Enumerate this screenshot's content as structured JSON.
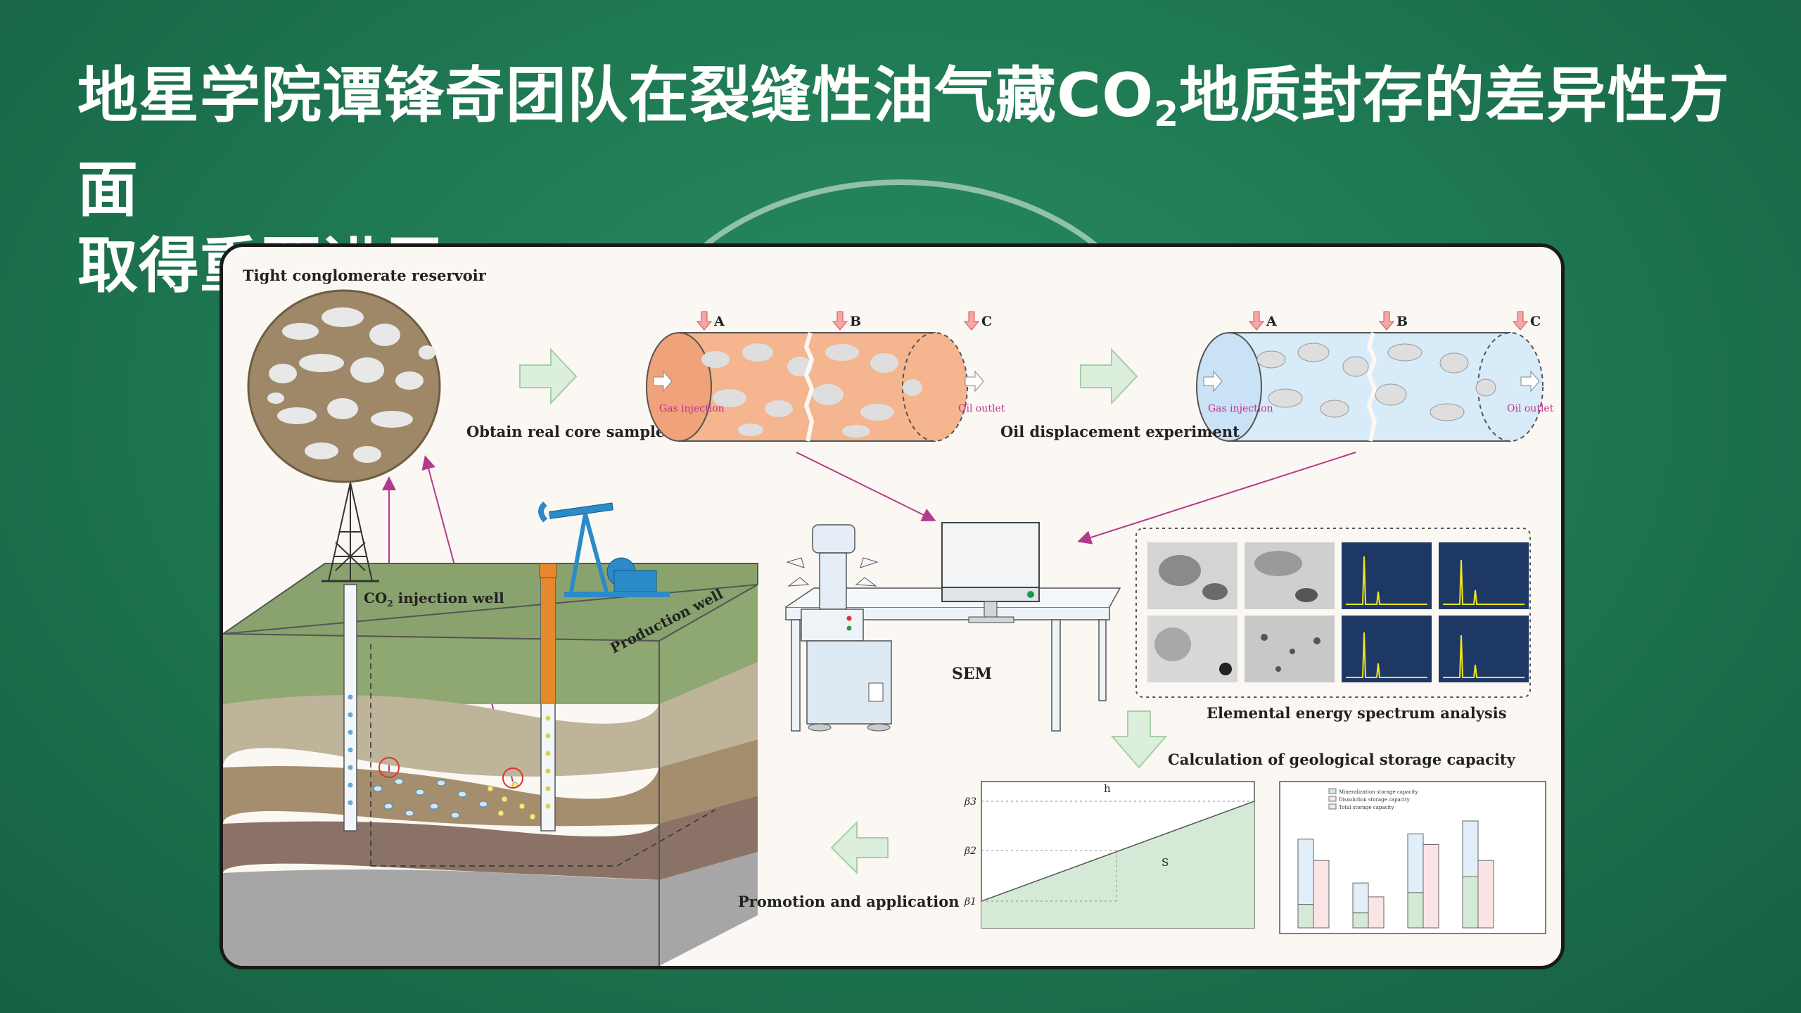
{
  "title": {
    "line1_prefix": "地星学院谭锋奇团队在裂缝性油气藏CO",
    "line1_sub": "2",
    "line1_suffix": "地质封存的差异性方面",
    "line2": "取得重要进展"
  },
  "diagram": {
    "reservoir_title": "Tight conglomerate reservoir",
    "obtain_samples": "Obtain real core samples",
    "oil_displacement": "Oil displacement experiment",
    "point_a": "A",
    "point_b": "B",
    "point_c": "C",
    "gas_injection": "Gas injection",
    "oil_outlet": "Oil outlet",
    "co2_well_prefix": "CO",
    "co2_well_sub": "2",
    "co2_well_suffix": " injection well",
    "production_well": "Production well",
    "sem": "SEM",
    "eds": "Elemental energy spectrum analysis",
    "calc": "Calculation of geological storage capacity",
    "promotion": "Promotion and application",
    "graph_h": "h",
    "graph_s": "S",
    "beta1": "β1",
    "beta2": "β2",
    "beta3": "β3",
    "legend": [
      "Mineralization storage capacity",
      "Dissolution storage capacity",
      "Total storage capacity"
    ]
  },
  "colors": {
    "background": "#1f7a52",
    "core_orange": "#f4b58f",
    "core_blue": "#d8ebf8",
    "arrow_green": "#dcefdc",
    "arrow_magenta": "#b33a8c",
    "reservoir_brown": "#a0896a",
    "eds_blue": "#1e3866",
    "graph_green": "#d4ead6"
  },
  "chart_data": {
    "type": "bar",
    "categories": [
      "",
      "",
      "",
      ""
    ],
    "series": [
      {
        "name": "Mineralization storage capacity",
        "values": [
          0.22,
          0.14,
          0.33,
          0.48
        ]
      },
      {
        "name": "Dissolution storage capacity",
        "values": [
          0.63,
          0.29,
          0.78,
          0.63
        ]
      },
      {
        "name": "Total storage capacity",
        "values": [
          0.83,
          0.42,
          0.88,
          1.0
        ]
      }
    ]
  }
}
